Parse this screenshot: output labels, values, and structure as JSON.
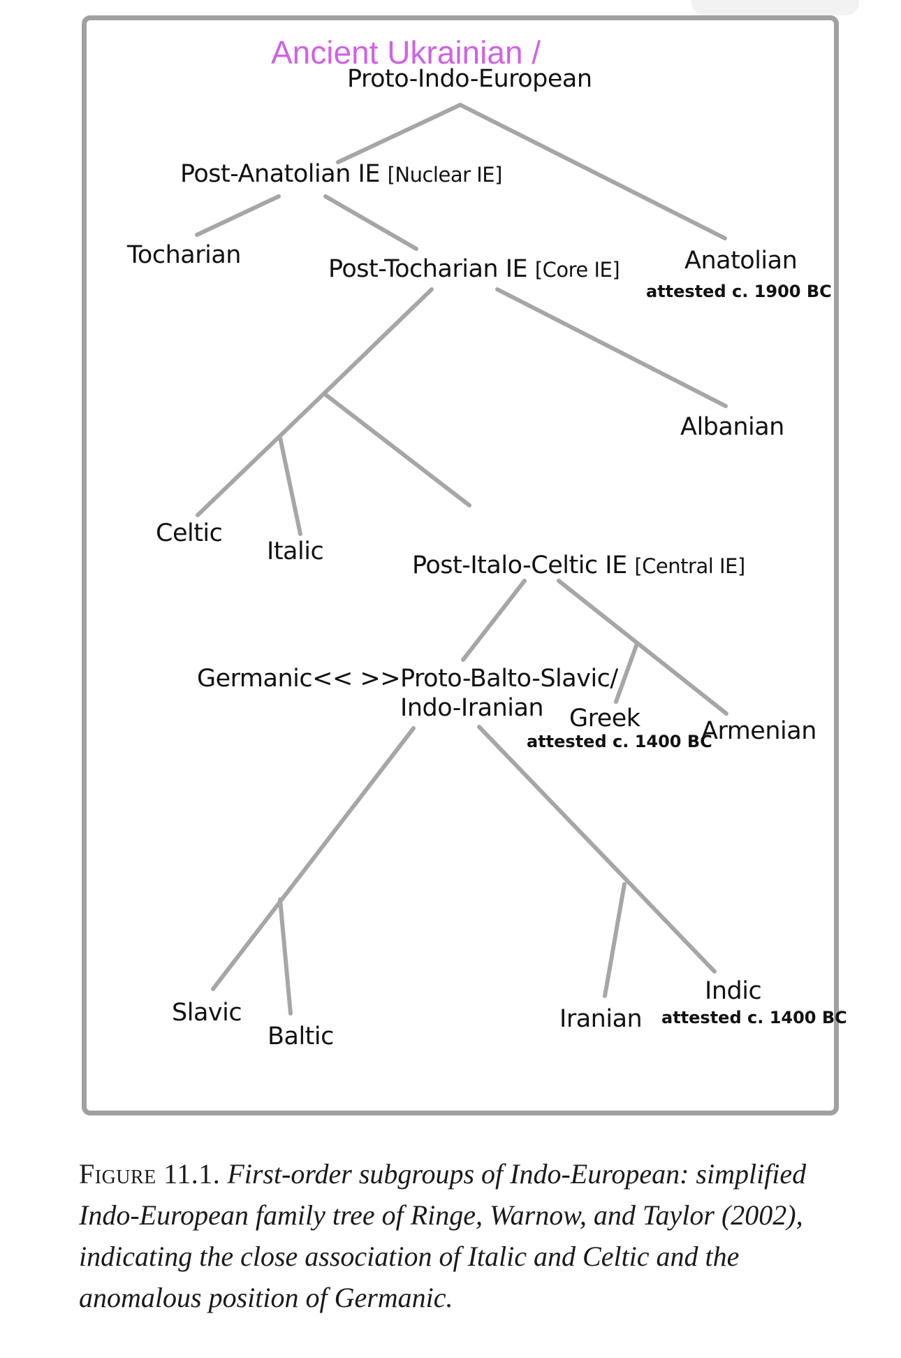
{
  "annotation": "Ancient Ukrainian /",
  "nodes": {
    "root": "Proto-Indo-European",
    "post_anatolian": {
      "name": "Post-Anatolian IE",
      "qualifier": "[Nuclear IE]"
    },
    "tocharian": "Tocharian",
    "post_tocharian": {
      "name": "Post-Tocharian IE",
      "qualifier": "[Core IE]"
    },
    "anatolian": {
      "name": "Anatolian",
      "attested": "attested c. 1900 BC"
    },
    "albanian": "Albanian",
    "celtic": "Celtic",
    "italic": "Italic",
    "post_italo_celtic": {
      "name": "Post-Italo-Celtic IE",
      "qualifier": "[Central IE]"
    },
    "germanic_balto": {
      "line1": "Germanic<< >>Proto-Balto-Slavic/",
      "line2": "Indo-Iranian"
    },
    "greek": {
      "name": "Greek",
      "attested": "attested c. 1400 BC"
    },
    "armenian": "Armenian",
    "slavic": "Slavic",
    "baltic": "Baltic",
    "iranian": "Iranian",
    "indic": {
      "name": "Indic",
      "attested": "attested c. 1400 BC"
    }
  },
  "caption": {
    "label": "Figure 11.1.",
    "text": "First-order subgroups of Indo-European: simplified Indo-European family tree of Ringe, Warnow, and Taylor (2002), indicating the close association of Italic and Celtic and the anomalous position of Germanic."
  },
  "colors": {
    "branch_line": "#a6a6a6",
    "frame_border": "#a0a0a0",
    "annotation": "#d061e6"
  }
}
